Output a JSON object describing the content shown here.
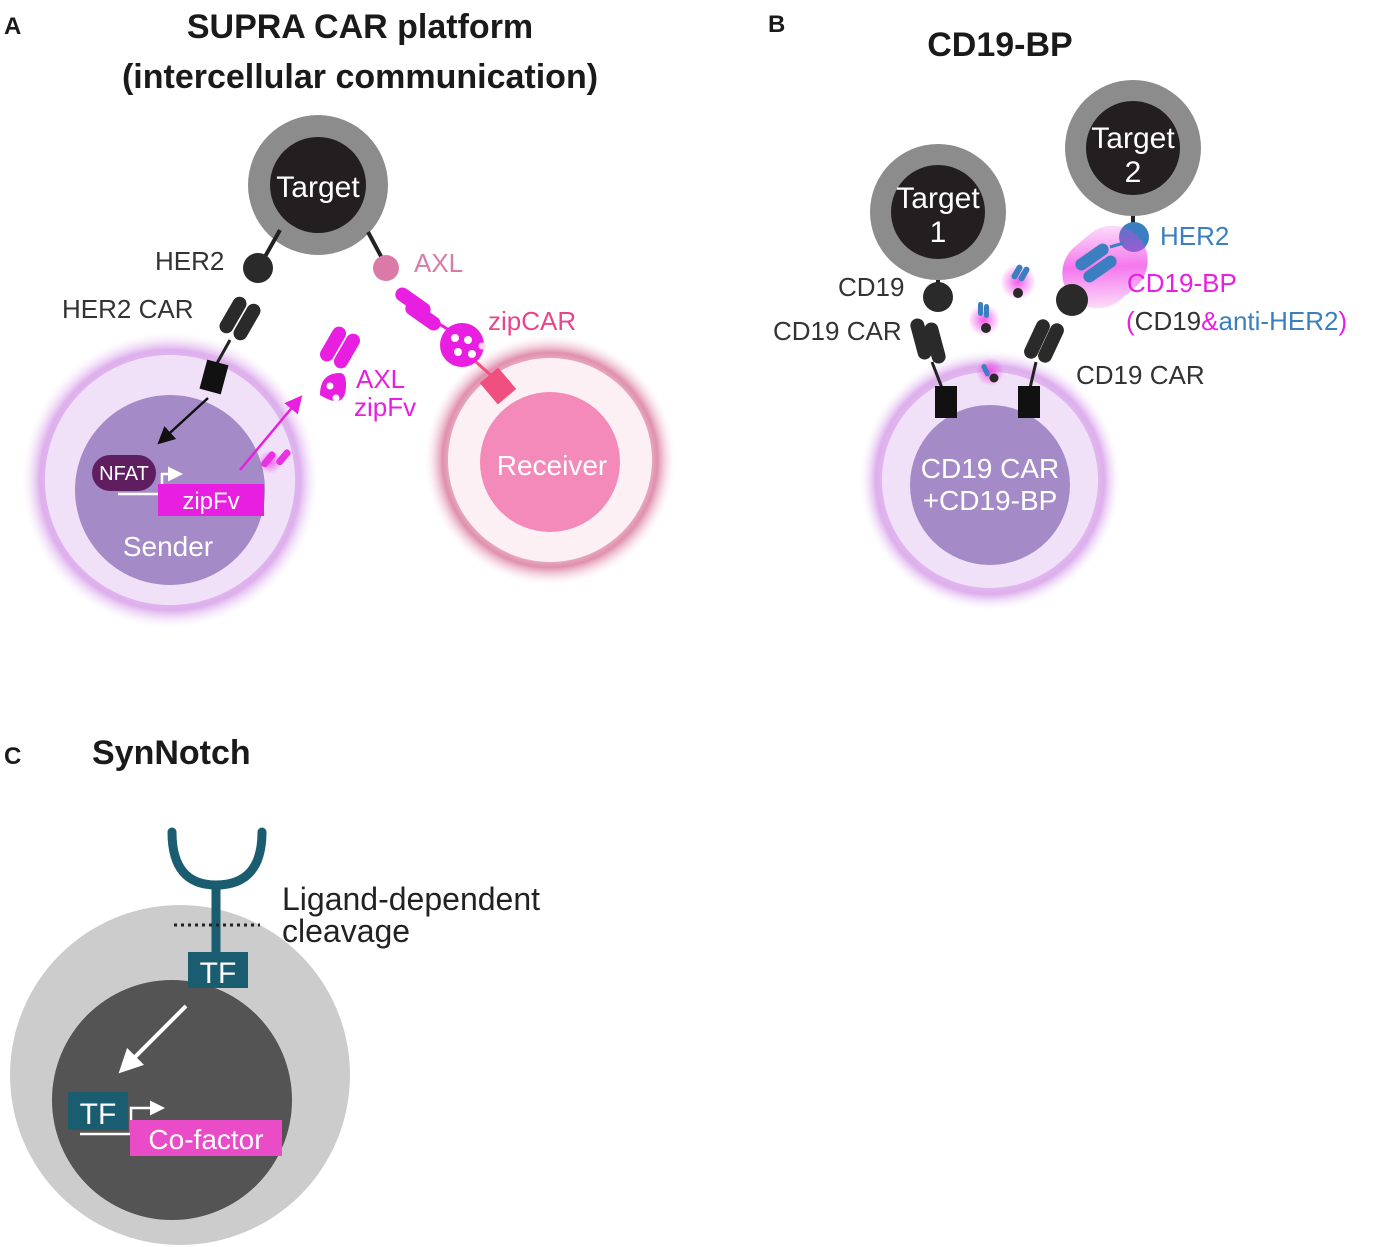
{
  "panels": [
    {
      "letter": "A",
      "title_line1": "SUPRA CAR platform",
      "title_line2": "(intercellular communication)",
      "labels": {
        "target": "Target",
        "her2": "HER2",
        "axl": "AXL",
        "her2_car": "HER2 CAR",
        "zipcar": "zipCAR",
        "axl_zipfv_line1": "AXL",
        "axl_zipfv_line2": "zipFv",
        "nfat": "NFAT",
        "zipfv": "zipFv",
        "sender": "Sender",
        "receiver": "Receiver"
      }
    },
    {
      "letter": "B",
      "title": "CD19-BP",
      "labels": {
        "target1_line1": "Target",
        "target1_line2": "1",
        "target2_line1": "Target",
        "target2_line2": "2",
        "her2": "HER2",
        "cd19": "CD19",
        "cd19_car_left": "CD19 CAR",
        "cd19_car_right": "CD19 CAR",
        "cd19_bp": "CD19-BP",
        "paren_open": "(",
        "cd19_part": "CD19",
        "amp": "&",
        "anti_her2": "anti-HER2",
        "paren_close": ")",
        "cell_line1": "CD19 CAR",
        "cell_line2": "+CD19-BP"
      }
    },
    {
      "letter": "C",
      "title": "SynNotch",
      "labels": {
        "cleavage_line1": "Ligand-dependent",
        "cleavage_line2": "cleavage",
        "tf_membrane": "TF",
        "tf_nucleus": "TF",
        "cofactor": "Co-factor"
      }
    }
  ],
  "colors": {
    "magenta": "#e81ee0",
    "pink_axl": "#d97ba6",
    "receiver_pink": "#f48ab9",
    "sender_purple": "#a58ac8",
    "her2_blue": "#3b7fc0",
    "synnotch_teal": "#1b5d70",
    "target_gray": "#8c8c8c",
    "dark": "#2a2a2a"
  }
}
